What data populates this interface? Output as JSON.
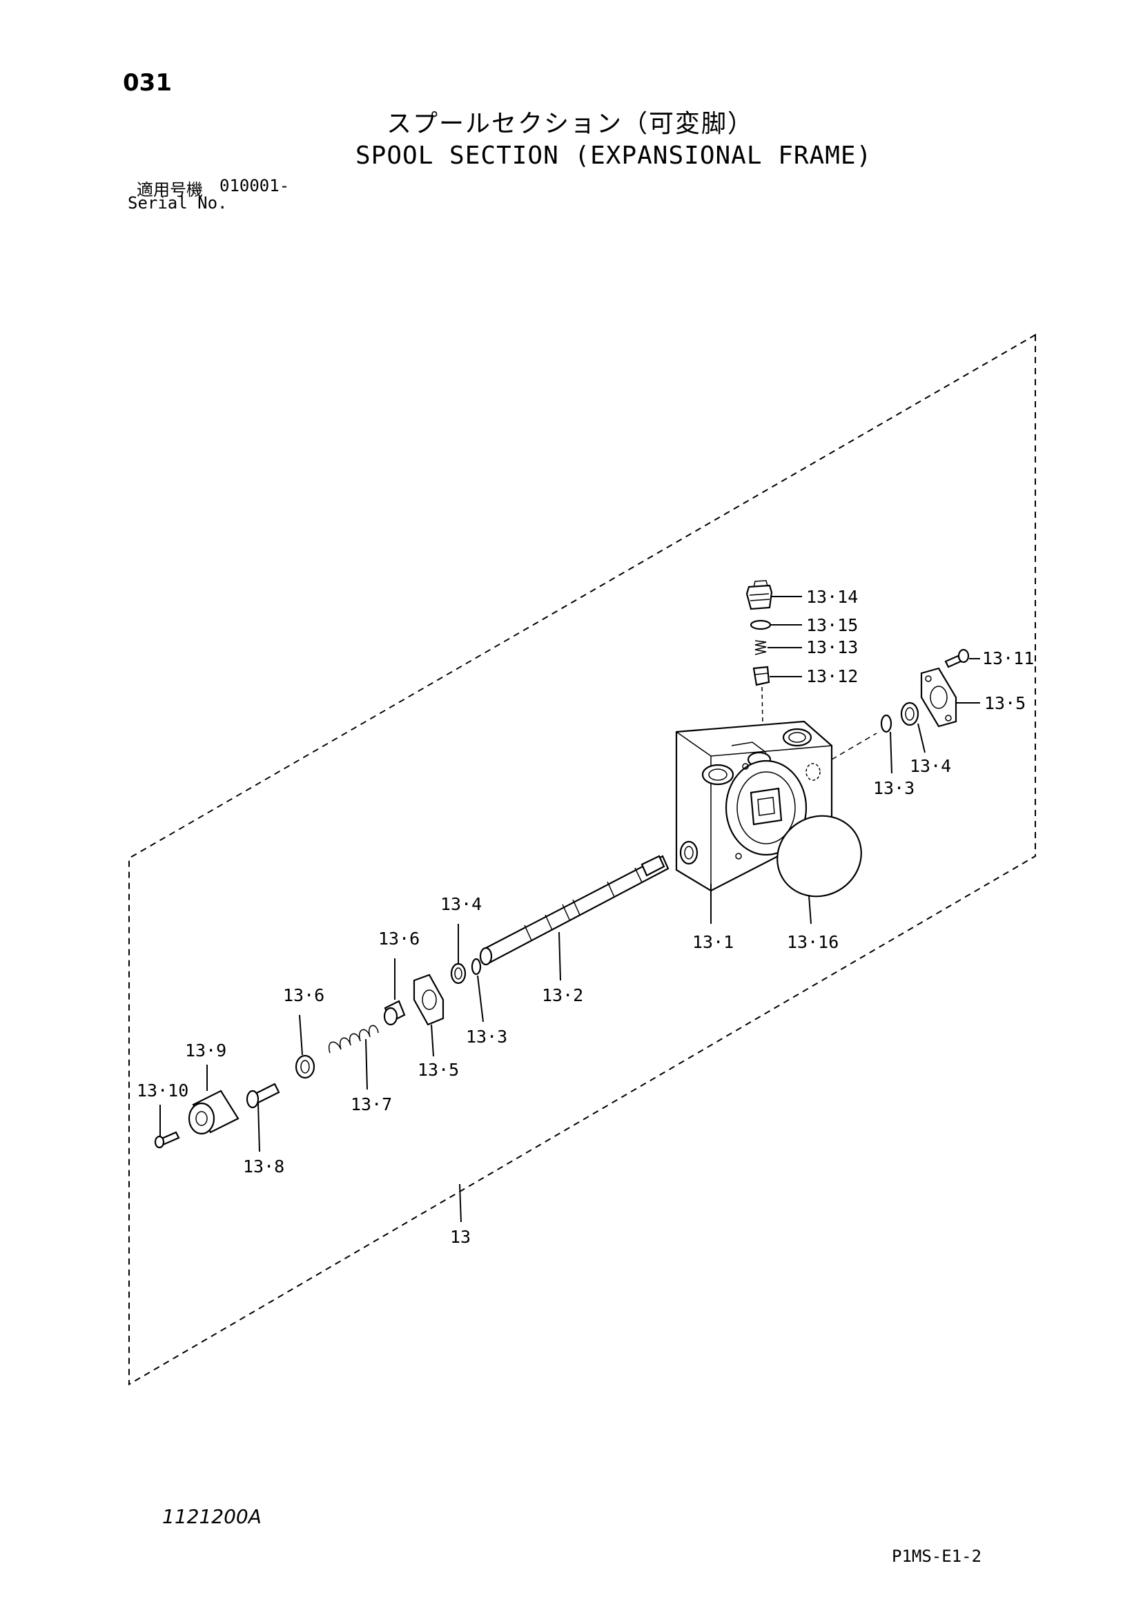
{
  "header": {
    "page_number": "031",
    "title_ja": "スプールセクション（可変脚）",
    "title_en": "SPOOL SECTION (EXPANSIONAL FRAME)",
    "serial_label_ja": "適用号機",
    "serial_value": "010001-",
    "serial_label_en": "Serial No."
  },
  "parts": {
    "p13_14": "13·14",
    "p13_15": "13·15",
    "p13_13": "13·13",
    "p13_12": "13·12",
    "p13_11": "13·11",
    "p13_5_right": "13·5",
    "p13_4_right": "13·4",
    "p13_3_right": "13·3",
    "p13_1": "13·1",
    "p13_16": "13·16",
    "p13_4_left": "13·4",
    "p13_6_upper": "13·6",
    "p13_2": "13·2",
    "p13_6_lower": "13·6",
    "p13_3_left": "13·3",
    "p13_5_left": "13·5",
    "p13_9": "13·9",
    "p13_7": "13·7",
    "p13_10": "13·10",
    "p13_8": "13·8",
    "p13": "13"
  },
  "footer": {
    "reference_code": "1121200A",
    "page_code": "P1MS-E1-2"
  }
}
